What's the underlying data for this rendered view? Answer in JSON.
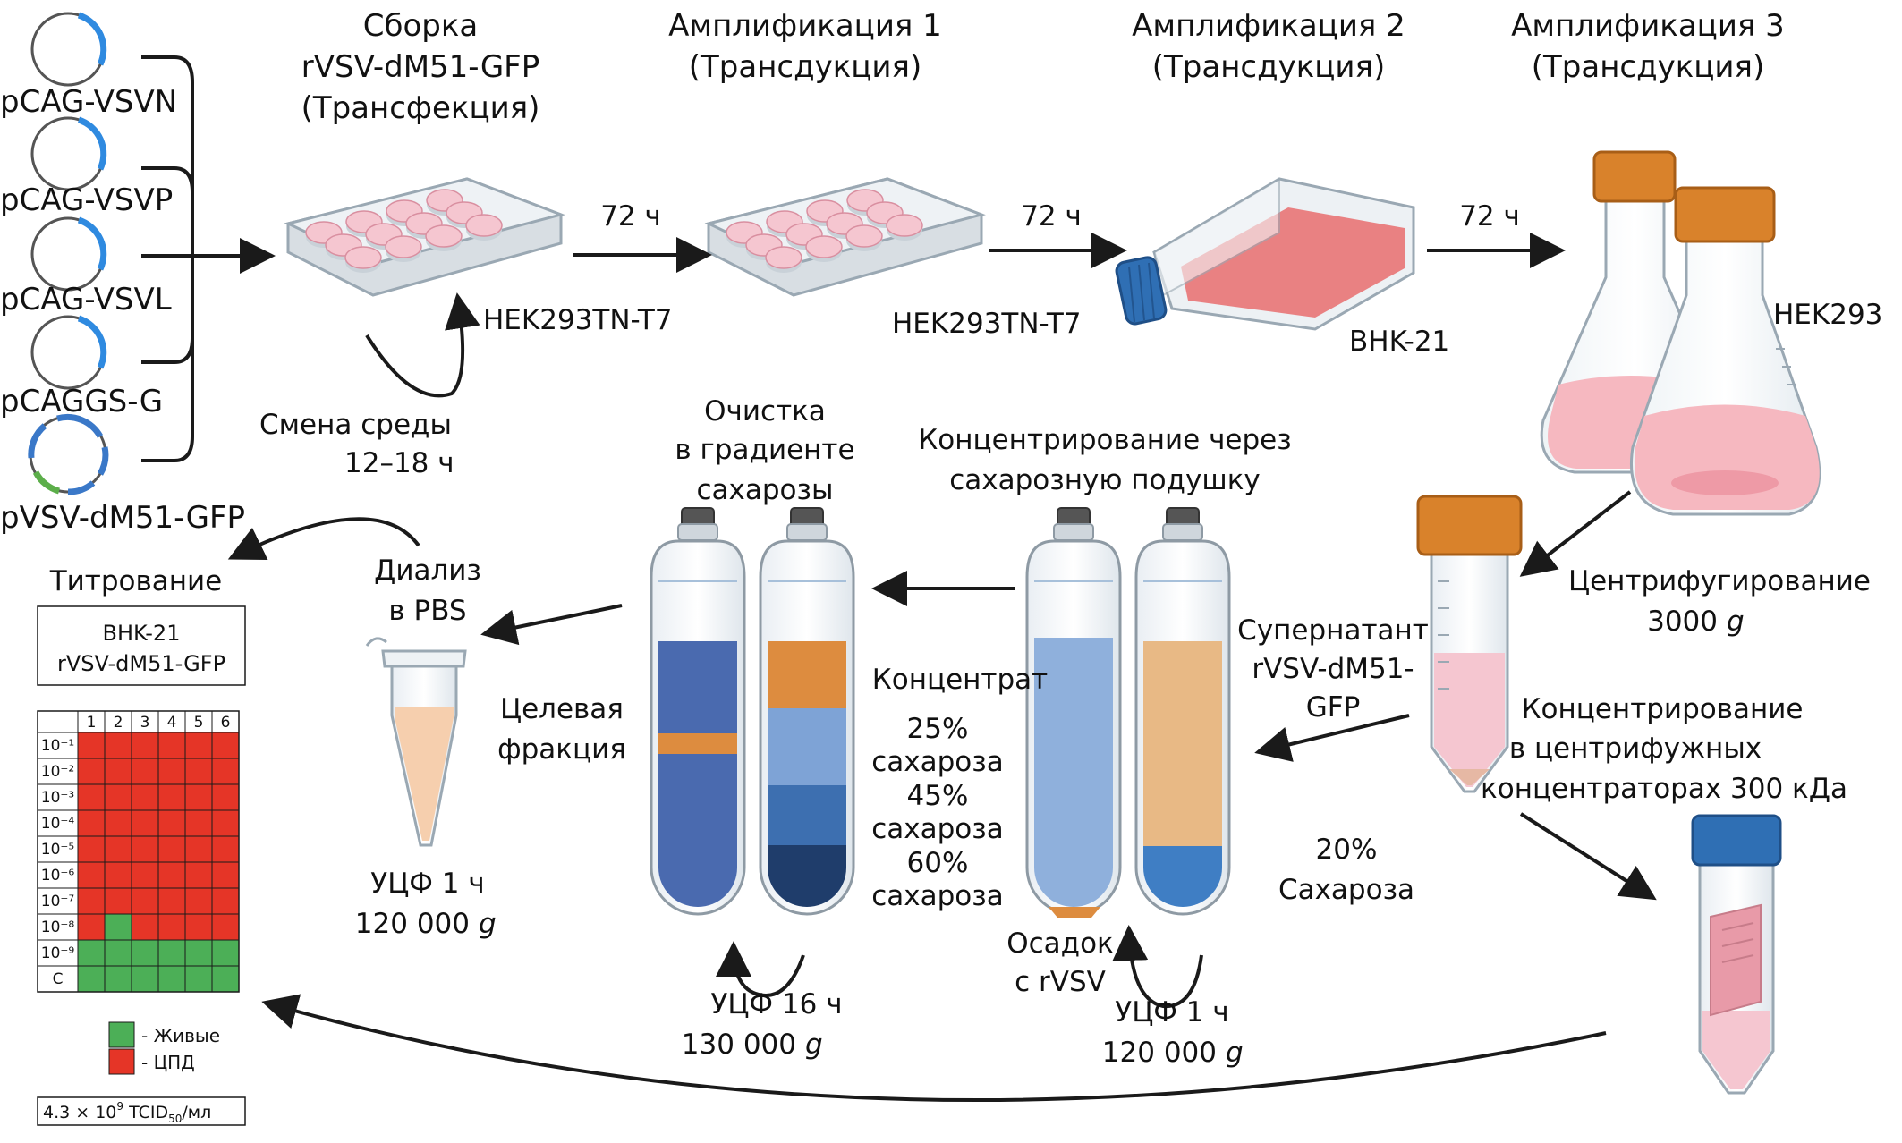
{
  "colors": {
    "pink_medium": "#f5c6d0",
    "flask_medium": "#f6b8c0",
    "dmem_red": "#e86d6d",
    "cap_orange": "#d9822b",
    "cap_blue": "#2f6fb4",
    "band_orange": "#dd8c3f",
    "sucrose_25": "#7ea3d6",
    "sucrose_45": "#3d6fb0",
    "sucrose_60": "#1f3d6b",
    "gradient_blue": "#4a6aaf",
    "cushion_top": "#8fb0dc",
    "cushion_amber": "#e8b985",
    "cushion_blue": "#3f7ec4",
    "dialysis": "#f6cfae",
    "cpe_red": "#e53527",
    "alive_green": "#4caf57"
  },
  "plasmids": [
    {
      "label": "pCAG-VSVN"
    },
    {
      "label": "pCAG-VSVP"
    },
    {
      "label": "pCAG-VSVL"
    },
    {
      "label": "pCAGGS-G"
    },
    {
      "label": "pVSV-dM51-GFP"
    }
  ],
  "stages": {
    "assembly": {
      "title1": "Сборка",
      "title2": "rVSV-dM51-GFP",
      "title3": "(Трансфекция)",
      "cells": "HEK293TN-T7"
    },
    "amp1": {
      "title1": "Амплификация 1",
      "title2": "(Трансдукция)",
      "cells": "HEK293TN-T7"
    },
    "amp2": {
      "title1": "Амплификация 2",
      "title2": "(Трансдукция)",
      "cells": "BHK-21"
    },
    "amp3": {
      "title1": "Амплификация 3",
      "title2": "(Трансдукция)",
      "cells": "HEK293"
    }
  },
  "time_72h": "72 ч",
  "media_change": {
    "line1": "Смена среды",
    "line2": "12–18 ч"
  },
  "centrifugation": {
    "line1": "Центрифугирование",
    "line2": "3000",
    "unit": "g"
  },
  "supernatant": {
    "line1": "Супернатант",
    "line2": "rVSV-dM51-",
    "line3": "GFP"
  },
  "concentrator": {
    "line1": "Концентрирование",
    "line2": "в центрифужных",
    "line3": "концентраторах 300 кДа"
  },
  "cushion": {
    "title1": "Концентрирование через",
    "title2": "сахарозную подушку",
    "sucrose1": "20%",
    "sucrose2": "Сахароза",
    "pellet1": "Осадок",
    "pellet2": "с rVSV",
    "ucf1": "УЦФ 1 ч",
    "ucf2": "120 000",
    "unit": "g"
  },
  "gradient": {
    "title1": "Очистка",
    "title2": "в градиенте",
    "title3": "сахарозы",
    "concentrate": "Концентрат",
    "s25a": "25%",
    "s25b": "сахароза",
    "s45a": "45%",
    "s45b": "сахароза",
    "s60a": "60%",
    "s60b": "сахароза",
    "target1": "Целевая",
    "target2": "фракция",
    "ucf1": "УЦФ 16 ч",
    "ucf2": "130 000",
    "unit": "g"
  },
  "dialysis": {
    "line1": "Диализ",
    "line2": "в PBS",
    "ucf1": "УЦФ 1 ч",
    "ucf2": "120 000",
    "unit": "g"
  },
  "titration": {
    "title": "Титрование",
    "box1": "BHK-21",
    "box2": "rVSV-dM51-GFP",
    "columns": [
      "1",
      "2",
      "3",
      "4",
      "5",
      "6"
    ],
    "rows": [
      "10⁻¹",
      "10⁻²",
      "10⁻³",
      "10⁻⁴",
      "10⁻⁵",
      "10⁻⁶",
      "10⁻⁷",
      "10⁻⁸",
      "10⁻⁹",
      "C"
    ],
    "grid": [
      [
        1,
        1,
        1,
        1,
        1,
        1
      ],
      [
        1,
        1,
        1,
        1,
        1,
        1
      ],
      [
        1,
        1,
        1,
        1,
        1,
        1
      ],
      [
        1,
        1,
        1,
        1,
        1,
        1
      ],
      [
        1,
        1,
        1,
        1,
        1,
        1
      ],
      [
        1,
        1,
        1,
        1,
        1,
        1
      ],
      [
        1,
        1,
        1,
        1,
        1,
        1
      ],
      [
        1,
        0,
        1,
        1,
        1,
        1
      ],
      [
        0,
        0,
        0,
        0,
        0,
        0
      ],
      [
        0,
        0,
        0,
        0,
        0,
        0
      ]
    ],
    "legend_alive": "- Живые",
    "legend_cpe": "- ЦПД",
    "result_prefix": "4.3 × 10",
    "result_exp": "9",
    "result_unit": " TCID",
    "result_sub": "50",
    "result_suffix": "/мл"
  }
}
